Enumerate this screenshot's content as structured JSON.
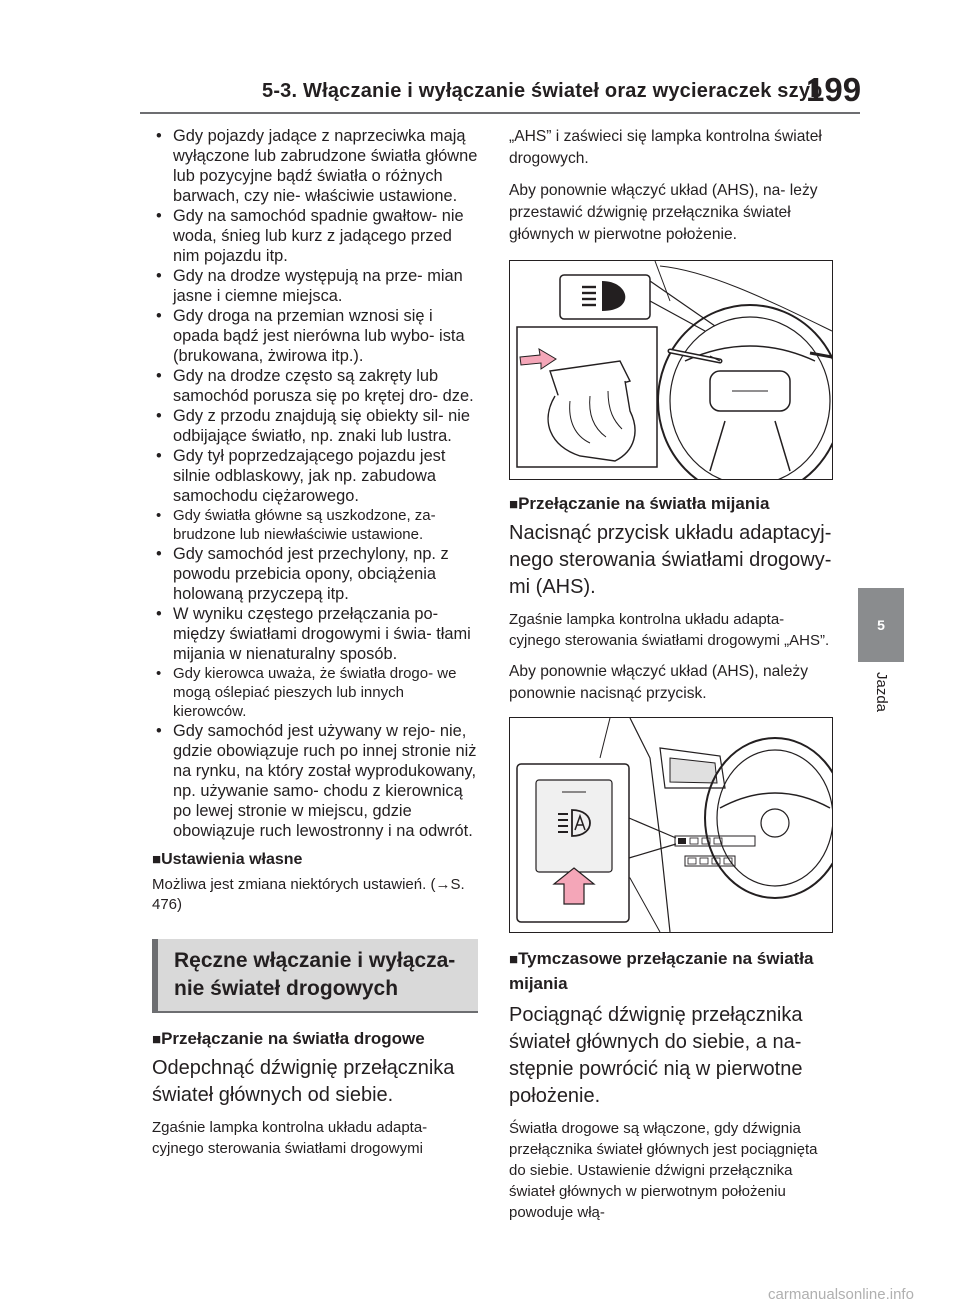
{
  "header": {
    "title": "5-3. Włączanie i wyłączanie świateł oraz wycieraczek szyb",
    "page_number": "199"
  },
  "side_tab": {
    "number": "5",
    "label": "Jazda"
  },
  "left_column": {
    "bullets": [
      "Gdy pojazdy jadące z naprzeciwka mają wyłączone lub zabrudzone światła główne lub pozycyjne bądź światła o różnych barwach, czy nie- właściwie ustawione.",
      "Gdy na samochód spadnie gwałtow- nie woda, śnieg lub kurz z jadącego przed nim pojazdu itp.",
      "Gdy na drodze występują na prze- mian jasne i ciemne miejsca.",
      "Gdy droga na przemian wznosi się i opada bądź jest nierówna lub wybo- ista (brukowana, żwirowa itp.).",
      "Gdy na drodze często są zakręty lub samochód porusza się po krętej dro- dze.",
      "Gdy z przodu znajdują się obiekty sil- nie odbijające światło, np. znaki lub lustra.",
      "Gdy tył poprzedzającego pojazdu jest silnie odblaskowy, jak np. zabudowa samochodu ciężarowego.",
      "Gdy światła główne są uszkodzone, za- brudzone lub niewłaściwie ustawione.",
      "Gdy samochód jest przechylony, np. z powodu przebicia opony, obciążenia holowaną przyczepą itp.",
      "W wyniku częstego przełączania po- między światłami drogowymi i świa- tłami mijania w nienaturalny sposób.",
      "Gdy kierowca uważa, że światła drogo- we mogą oślepiać pieszych lub innych kierowców.",
      "Gdy samochód jest używany w rejo- nie, gdzie obowiązuje ruch po innej stronie niż na rynku, na który został wyprodukowany, np. używanie samo- chodu z kierownicą po lewej stronie w miejscu, gdzie obowiązuje ruch lewostronny i na odwrót."
    ],
    "custom_head": "Ustawienia własne",
    "custom_text": "Możliwa jest zmiana niektórych ustawień. (→S. 476)",
    "box_title": "Ręczne włączanie i wyłącza- nie świateł drogowych",
    "high_beam_head": "Przełączanie na światła drogowe",
    "high_beam_big": "Odepchnąć dźwignię przełącznika świateł głównych od siebie.",
    "high_beam_small": "Zgaśnie lampka kontrolna układu adapta- cyjnego sterowania światłami drogowymi"
  },
  "right_column": {
    "cont_text": "„AHS” i zaświeci się lampka kontrolna świateł drogowych.",
    "restore_text": "Aby ponownie włączyć układ (AHS), na- leży przestawić dźwignię przełącznika świateł głównych w pierwotne położenie.",
    "low_beam_head": "Przełączanie na światła mijania",
    "low_beam_big": "Nacisnąć przycisk układu adaptacyj- nego sterowania światłami drogowy- mi (AHS).",
    "low_beam_small": "Zgaśnie lampka kontrolna układu adapta- cyjnego sterowania światłami drogowymi „AHS”.",
    "low_beam_restore": "Aby ponownie włączyć układ (AHS), należy ponownie nacisnąć przycisk.",
    "temp_head": "Tymczasowe przełączanie na światła mijania",
    "temp_big": "Pociągnąć dźwignię przełącznika świateł głównych do siebie, a na- stępnie powrócić nią w pierwotne położenie.",
    "temp_small": "Światła drogowe są włączone, gdy dźwignia przełącznika świateł głównych jest pociągnięta do siebie. Ustawienie dźwigni przełącznika świateł głównych w pierwotnym położeniu powoduje włą-"
  },
  "icons": {
    "high_beam": "high-beam-icon",
    "ahs": "ahs-auto-high-beam-icon",
    "arrow": "push-arrow-icon"
  },
  "colors": {
    "arrow_fill": "#f4a6b8",
    "tab_gray": "#8a8c8e",
    "box_gray": "#d9d9d9"
  },
  "watermark": "carmanualsonline.info"
}
